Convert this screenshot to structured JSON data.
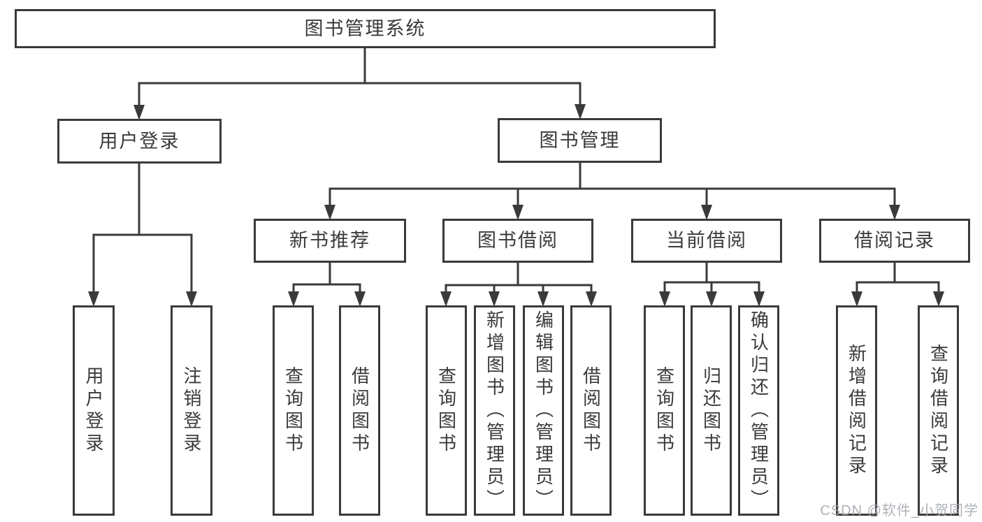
{
  "diagram": {
    "type": "hierarchy",
    "colors": {
      "line": "#3a3a3a",
      "box_border": "#3a3a3a",
      "text": "#3a3a3a",
      "background": "#ffffff",
      "watermark": "#a5aaaf"
    },
    "root": {
      "label": "图书管理系统",
      "children": [
        {
          "label": "用户登录",
          "children": [
            {
              "label": "用户登录"
            },
            {
              "label": "注销登录"
            }
          ]
        },
        {
          "label": "图书管理",
          "children": [
            {
              "label": "新书推荐",
              "children": [
                {
                  "label": "查询图书"
                },
                {
                  "label": "借阅图书"
                }
              ]
            },
            {
              "label": "图书借阅",
              "children": [
                {
                  "label": "查询图书"
                },
                {
                  "label": "新增图书（管理员）"
                },
                {
                  "label": "编辑图书（管理员）"
                },
                {
                  "label": "借阅图书"
                }
              ]
            },
            {
              "label": "当前借阅",
              "children": [
                {
                  "label": "查询图书"
                },
                {
                  "label": "归还图书"
                },
                {
                  "label": "确认归还（管理员）"
                }
              ]
            },
            {
              "label": "借阅记录",
              "children": [
                {
                  "label": "新增借阅记录"
                },
                {
                  "label": "查询借阅记录"
                }
              ]
            }
          ]
        }
      ]
    },
    "watermark": "CSDN @软件_小贺同学"
  }
}
